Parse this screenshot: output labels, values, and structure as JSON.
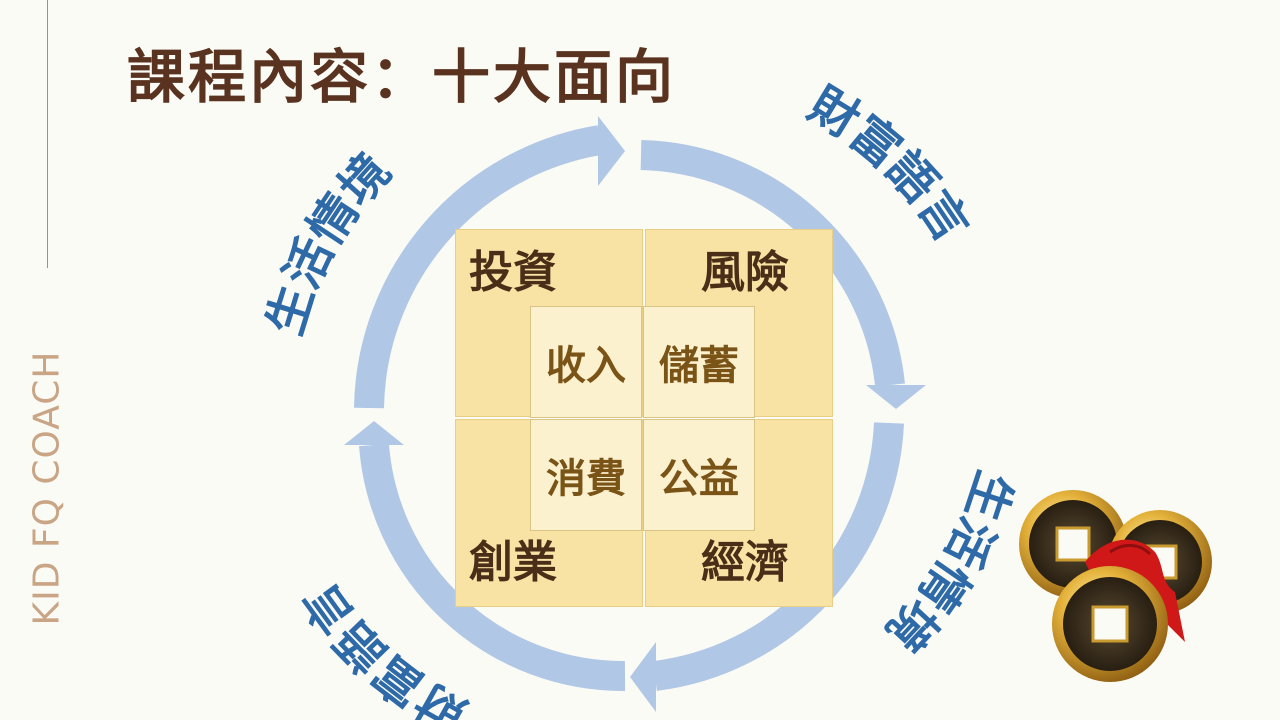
{
  "slide": {
    "side_text": "KID FQ COACH",
    "title": "課程內容：十大面向"
  },
  "cycle": {
    "labels": {
      "top_left": "生活情境",
      "top_right": "財富語言",
      "bottom_right": "生活情境",
      "bottom_left": "財富語言"
    },
    "arrow_color": "#b1c7e6"
  },
  "grid": {
    "corners": {
      "top_left": "投資",
      "top_right": "風險",
      "bottom_left": "創業",
      "bottom_right": "經濟"
    },
    "center": {
      "top_left": "收入",
      "top_right": "儲蓄",
      "bottom_left": "消費",
      "bottom_right": "公益"
    }
  },
  "colors": {
    "title": "#5a3320",
    "label": "#2e6aa8",
    "outer_cell": "#f8e2a4",
    "inner_cell": "#fcf1cf"
  }
}
